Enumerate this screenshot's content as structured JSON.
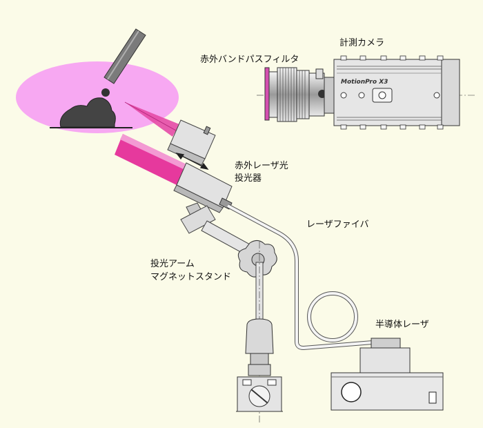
{
  "labels": {
    "camera": "計測カメラ",
    "ir_filter": "赤外バンドパスフィルタ",
    "ir_laser_line1": "赤外レーザ光",
    "ir_laser_line2": "投光器",
    "laser_fiber": "レーザファイバ",
    "arm_line1": "投光アーム",
    "arm_line2": "マグネットスタンド",
    "semiconductor_laser": "半導体レーザ",
    "camera_brand": "MotionPro X3"
  },
  "colors": {
    "background": "#fbfbe8",
    "glow": "#f7a8f2",
    "laser_beam": "#e6399d",
    "filter": "#d44fb0",
    "metal_light": "#e2e2e2",
    "metal_mid": "#bdbdbd",
    "dark": "#404040"
  }
}
